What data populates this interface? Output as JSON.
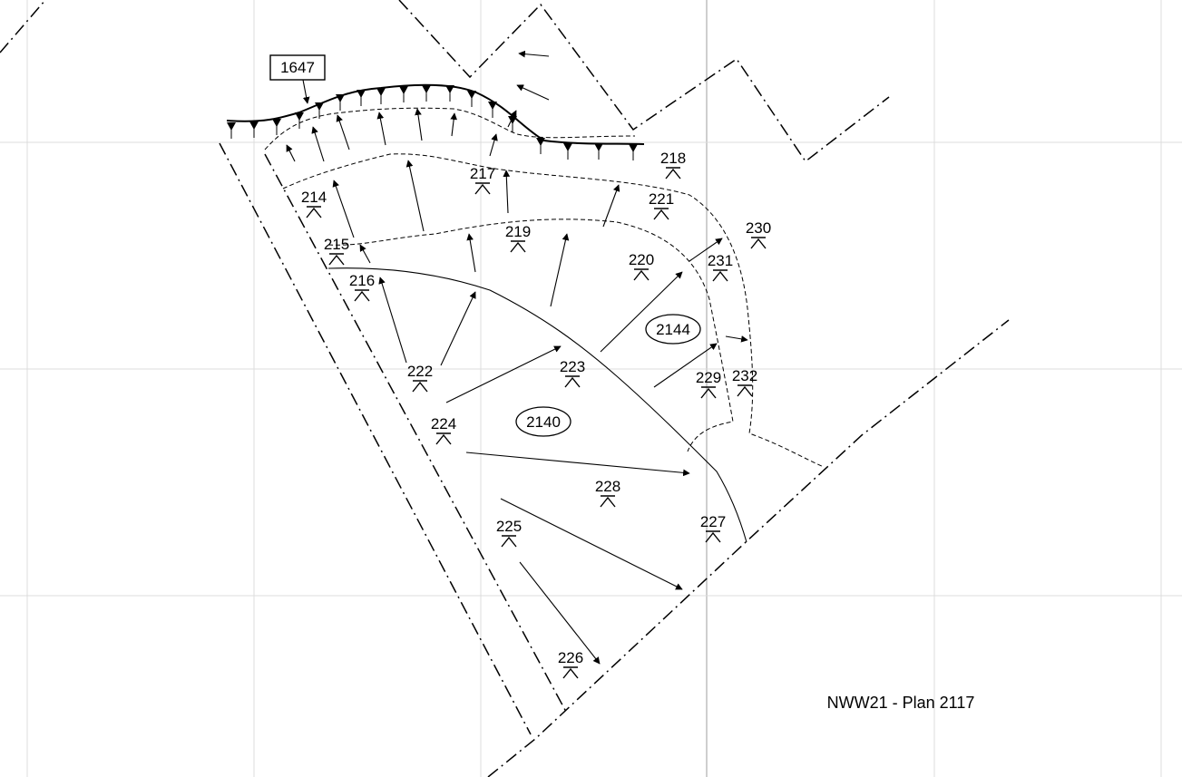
{
  "caption": "NWW21 - Plan 2117",
  "feature_box": "1647",
  "ellipse_labels": {
    "left": "2140",
    "right": "2144"
  },
  "points": {
    "p214": "214",
    "p215": "215",
    "p216": "216",
    "p217": "217",
    "p218": "218",
    "p219": "219",
    "p220": "220",
    "p221": "221",
    "p222": "222",
    "p223": "223",
    "p224": "224",
    "p225": "225",
    "p226": "226",
    "p227": "227",
    "p228": "228",
    "p229": "229",
    "p230": "230",
    "p231": "231",
    "p232": "232"
  }
}
